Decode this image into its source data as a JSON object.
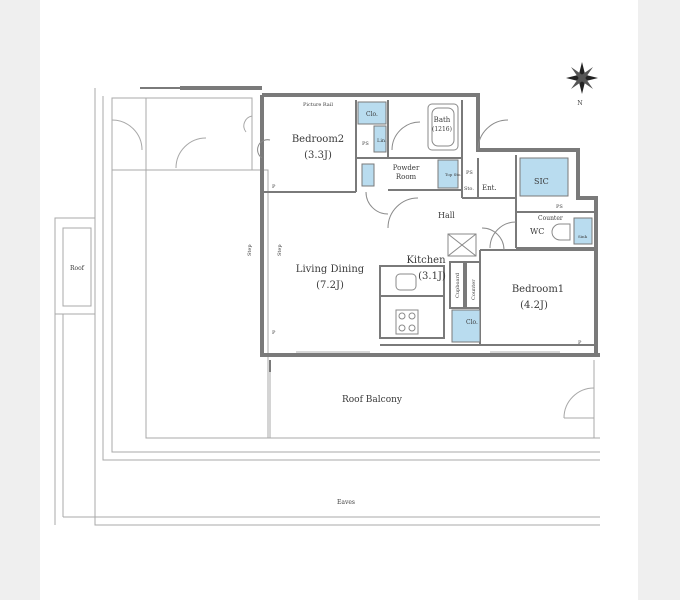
{
  "compass": {
    "north_label": "N",
    "icon": "compass-rose-icon"
  },
  "rooms": {
    "bedroom2_name": "Bedroom2",
    "bedroom2_size": "(3.3J)",
    "picture_rail": "Picture Rail",
    "clo_top": "Clo.",
    "lin": "Lin.",
    "ps_upper": "PS",
    "bath_name": "Bath",
    "bath_size": "(1216)",
    "powder_room_line1": "Powder",
    "powder_room_line2": "Room",
    "top_sto": "Top Sto.",
    "ps_mid": "PS",
    "sto": "Sto.",
    "ent": "Ent.",
    "sic": "SIC",
    "hall": "Hall",
    "ps_right": "PS",
    "counter_right": "Counter",
    "wc": "WC",
    "sink": "Sink",
    "living_name": "Living Dining",
    "living_size": "(7.2J)",
    "kitchen_name": "Kitchen",
    "kitchen_size": "(3.1J)",
    "cupboard": "Cupboard",
    "counter_kitchen": "Counter",
    "bedroom1_name": "Bedroom1",
    "bedroom1_size": "(4.2J)",
    "clo_bottom": "Clo.",
    "step_left": "Step",
    "step_right": "Step",
    "p1": "P",
    "p2": "P",
    "p3": "P",
    "roof": "Roof",
    "roof_balcony": "Roof Balcony",
    "eaves": "Eaves"
  },
  "colors": {
    "wall": "#7a7a7a",
    "storage": "#b9dcef",
    "line": "#9a9a9a"
  }
}
